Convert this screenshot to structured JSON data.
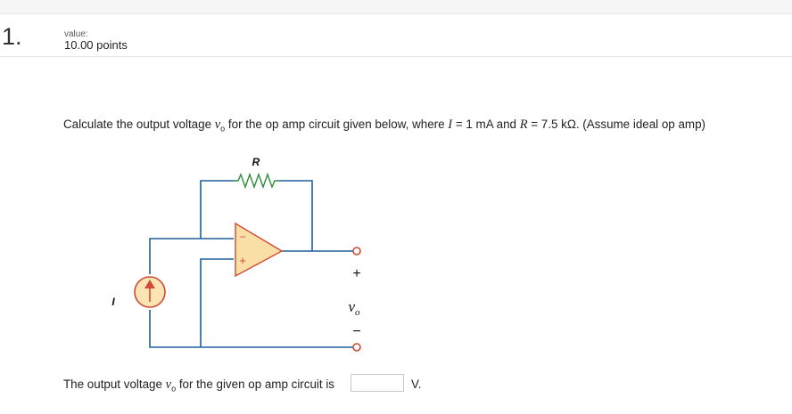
{
  "question": {
    "number": "1.",
    "value_label": "value:",
    "points": "10.00 points",
    "text_pre": "Calculate the output voltage ",
    "var_v": "v",
    "var_sub": "o",
    "text_mid1": " for the op amp circuit given below, where ",
    "var_I": "I",
    "text_mid2": " = 1 mA and ",
    "var_R": "R",
    "text_post": " = 7.5 kΩ. (Assume ideal op amp)"
  },
  "circuit": {
    "resistor_label": "R",
    "source_label": "I",
    "minus_sign": "−",
    "plus_sign": "+",
    "out_plus": "+",
    "out_v": "v",
    "out_sub": "o",
    "out_minus": "−",
    "colors": {
      "wire": "#1f5f98",
      "resistor": "#2e8b3d",
      "opamp_fill": "#f9dfa6",
      "opamp_stroke": "#d04a34",
      "source_fill": "#fbe4b4",
      "source_stroke": "#d04a34",
      "terminal": "#d04a34"
    }
  },
  "answer": {
    "prefix": "The output voltage ",
    "var_v": "v",
    "var_sub": "o",
    "suffix": " for the given op amp circuit is",
    "input_value": "",
    "unit": "V."
  }
}
